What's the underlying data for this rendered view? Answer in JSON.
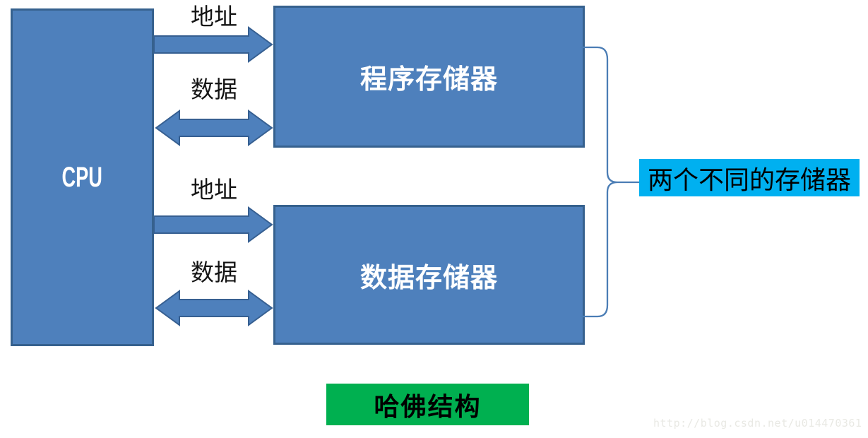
{
  "diagram": {
    "title": "哈佛结构",
    "cpu": {
      "label": "CPU"
    },
    "memories": [
      {
        "label": "程序存储器"
      },
      {
        "label": "数据存储器"
      }
    ],
    "buses": [
      {
        "label": "地址",
        "direction": "right",
        "connects": "CPU → 程序存储器"
      },
      {
        "label": "数据",
        "direction": "bidirectional",
        "connects": "CPU ↔ 程序存储器"
      },
      {
        "label": "地址",
        "direction": "right",
        "connects": "CPU → 数据存储器"
      },
      {
        "label": "数据",
        "direction": "bidirectional",
        "connects": "CPU ↔ 数据存储器"
      }
    ],
    "annotation": {
      "label": "两个不同的存储器"
    },
    "watermark": "http://blog.csdn.net/u014470361",
    "colors": {
      "box_fill": "#4E80BC",
      "box_border": "#36618E",
      "arrow_fill": "#4E80BC",
      "arrow_border": "#365F91",
      "brace_stroke": "#4B7DB5",
      "annotation_bg": "#00B0F0",
      "title_bg": "#00B050",
      "bus_text": "#141414",
      "box_text": "#FFFFFF",
      "watermark_text": "#E9E9E4"
    }
  }
}
